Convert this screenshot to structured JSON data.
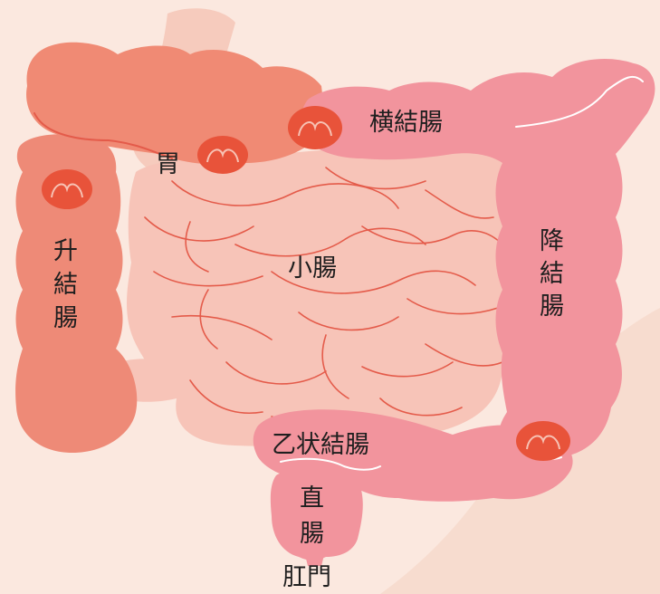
{
  "labels": {
    "stomach": "胃",
    "transverse_colon": "横結腸",
    "ascending_colon": [
      "升",
      "結",
      "腸"
    ],
    "small_intestine": "小腸",
    "descending_colon": [
      "降",
      "結",
      "腸"
    ],
    "sigmoid_colon": "乙状結腸",
    "rectum": [
      "直",
      "腸"
    ],
    "anus": "肛門"
  },
  "colors": {
    "background": "#fbe8df",
    "background_blob": "#f7dccf",
    "ascending_colon": "#ee8a77",
    "transverse_colon_left": "#f08a74",
    "colon_pink": "#f2949d",
    "small_intestine": "#f7c4b8",
    "stomach": "#f6cbbd",
    "spot": "#e8533a",
    "line": "#e45b4a",
    "highlight": "#ffffff"
  },
  "icons": [
    "polyp-spot",
    "polyp-spot",
    "polyp-spot",
    "polyp-spot"
  ]
}
